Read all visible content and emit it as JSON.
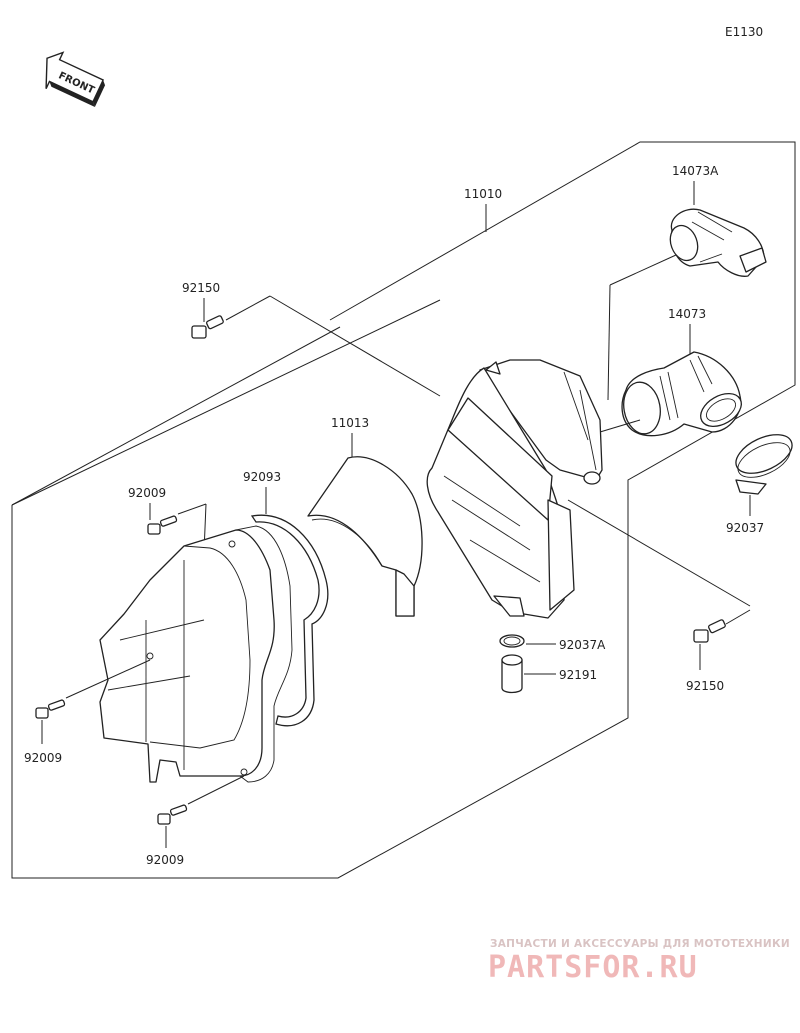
{
  "diagram_code": "E1130",
  "front_label": "FRONT",
  "parts": {
    "p11010": "11010",
    "p14073A": "14073A",
    "p14073": "14073",
    "p92150_top": "92150",
    "p11013": "11013",
    "p92093": "92093",
    "p92009_top": "92009",
    "p92009_left": "92009",
    "p92009_bottom": "92009",
    "p92037A": "92037A",
    "p92191": "92191",
    "p92037": "92037",
    "p92150_right": "92150"
  },
  "watermark": {
    "tagline": "ЗАПЧАСТИ И АКСЕССУАРЫ ДЛЯ МОТОТЕХНИКИ",
    "logo": "PARTSFOR.RU"
  }
}
